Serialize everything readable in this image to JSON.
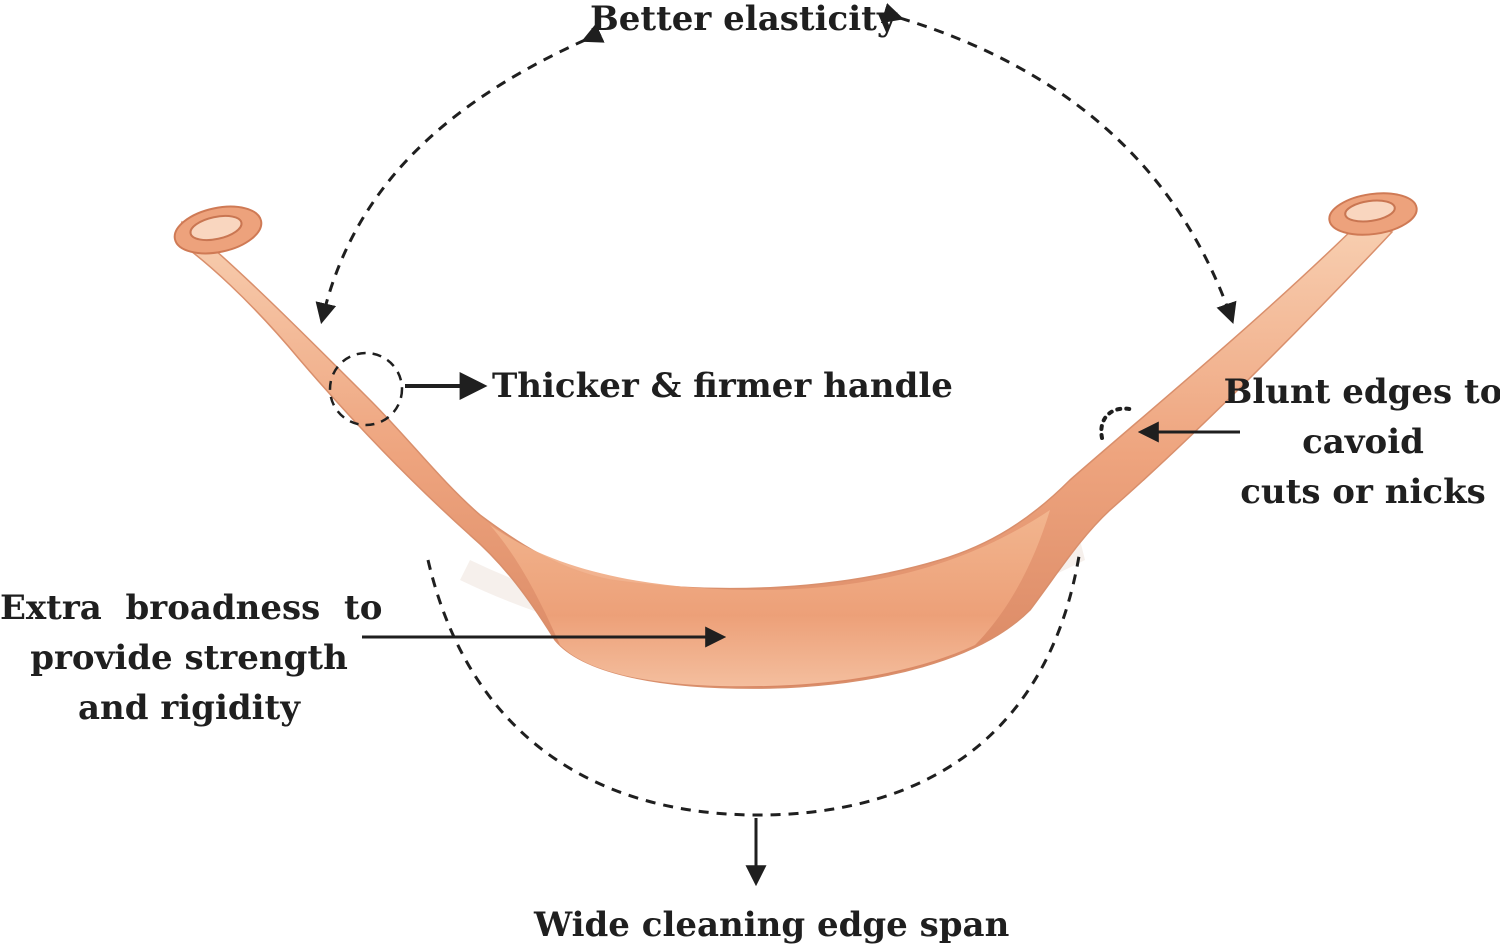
{
  "diagram": {
    "labels": {
      "elasticity": "Better elasticity",
      "handle": "Thicker & firmer handle",
      "blunt": [
        "Blunt edges to",
        "cavoid",
        "cuts or nicks"
      ],
      "broadness": [
        "Extra  broadness  to",
        "provide strength",
        "and rigidity"
      ],
      "span": "Wide cleaning edge span"
    },
    "colors": {
      "copper_light": "#f6c6a4",
      "copper_mid": "#eba07a",
      "copper_dark": "#cf7a55",
      "ink": "#1f1f1f",
      "background": "#ffffff"
    }
  }
}
